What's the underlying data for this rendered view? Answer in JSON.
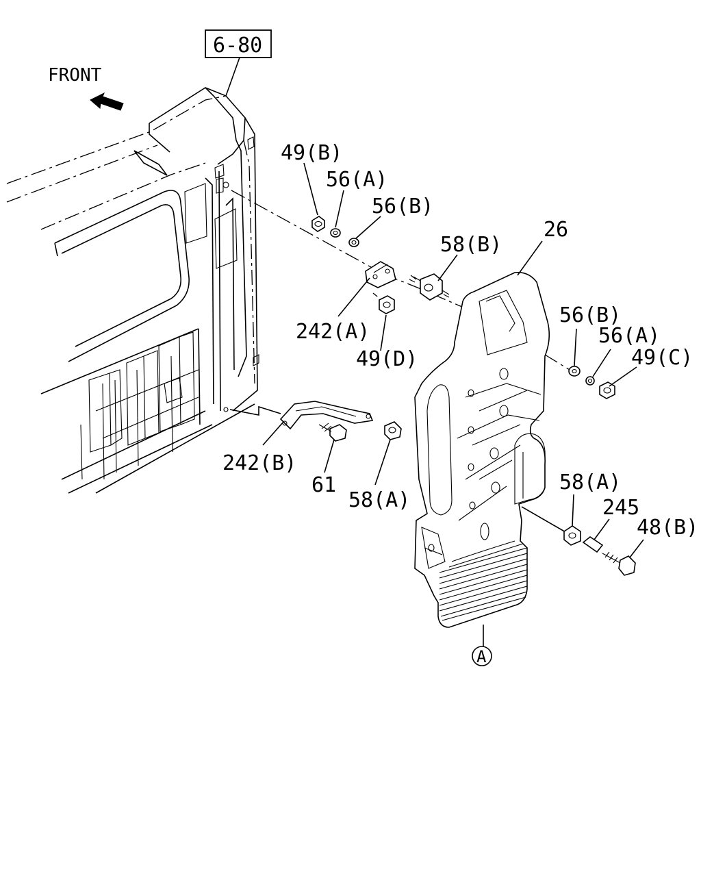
{
  "colors": {
    "line": "#000000",
    "background": "#ffffff"
  },
  "reference_box": "6-80",
  "front_label": "FRONT",
  "arrow_icon": "left-arrow",
  "callouts": {
    "c49b": "49(B)",
    "c56a_top": "56(A)",
    "c56b_top": "56(B)",
    "c58b": "58(B)",
    "c26": "26",
    "c242a": "242(A)",
    "c49d": "49(D)",
    "c56b_right": "56(B)",
    "c56a_right": "56(A)",
    "c49c": "49(C)",
    "c242b": "242(B)",
    "c61": "61",
    "c58a_left": "58(A)",
    "c58a_right": "58(A)",
    "c245": "245",
    "c48b": "48(B)",
    "circle_a": "A"
  }
}
